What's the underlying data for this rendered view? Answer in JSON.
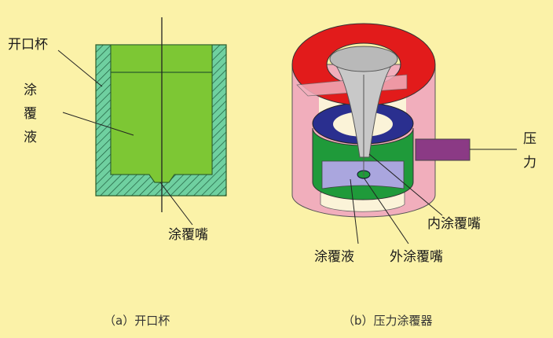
{
  "colors": {
    "background": "#fbf2a8",
    "liquid_green": "#7dc734",
    "hatch_wall": "#6fd0a0",
    "red_rim": "#e21b1b",
    "pink_body": "#f1aebc",
    "navy_rim": "#2a2f8f",
    "dark_green_wall": "#1f9a3a",
    "lavender_liquid": "#aaa6de",
    "cone_gray": "#c8c8c8",
    "pressure_pipe": "#8b3a85"
  },
  "figure_a": {
    "label_cup": "开口杯",
    "label_liquid": "涂覆液",
    "label_nozzle": "涂覆嘴",
    "caption": "（a）开口杯"
  },
  "figure_b": {
    "label_pressure": "压力",
    "label_inner_nozzle": "内涂覆嘴",
    "label_liquid": "涂覆液",
    "label_outer_nozzle": "外涂覆嘴",
    "caption": "（b）压力涂覆器"
  }
}
